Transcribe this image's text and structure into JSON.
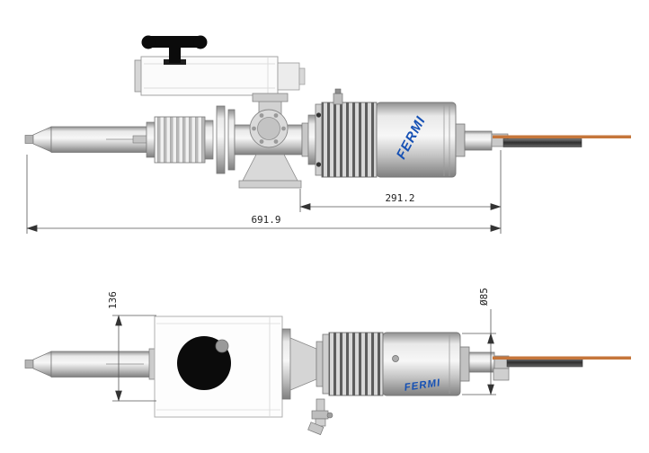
{
  "drawing": {
    "brand": "FERMI",
    "colors": {
      "logo_blue": "#1550b4",
      "cable_orange": "#c5763b",
      "handle_black": "#0b0b0b"
    },
    "dimensions": {
      "partial_length": "291.2",
      "total_length": "691.9",
      "body_height": "136",
      "cooler_diameter": "Ø85"
    }
  }
}
